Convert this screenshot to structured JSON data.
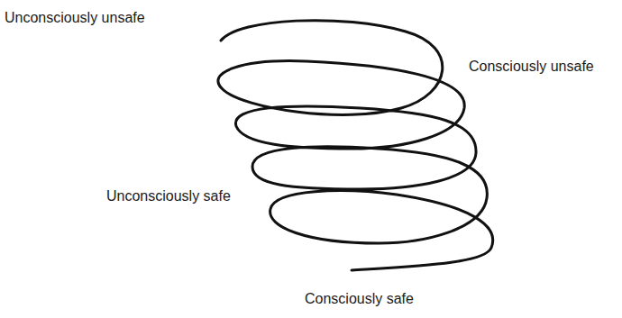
{
  "diagram": {
    "labels": [
      "Unconsciously unsafe",
      "Consciously unsafe",
      "Unconsciously safe",
      "Consciously safe"
    ]
  }
}
